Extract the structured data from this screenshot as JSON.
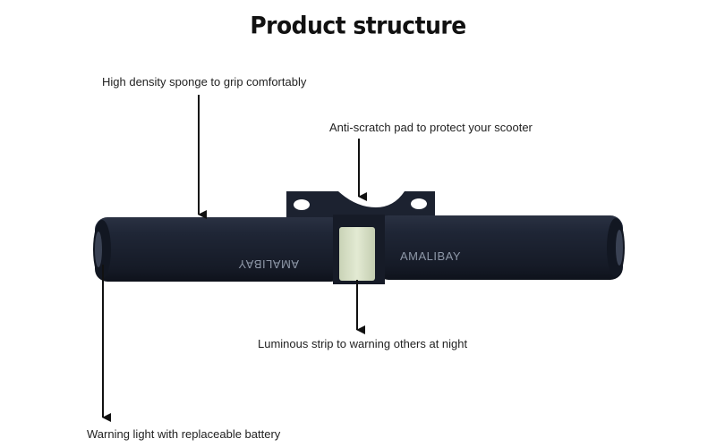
{
  "title": "Product structure",
  "labels": {
    "sponge": "High density sponge to grip comfortably",
    "pad": "Anti-scratch pad to protect your scooter",
    "strip": "Luminous strip to warning others at night",
    "light": "Warning light with replaceable battery"
  },
  "product": {
    "brand_left": "AMALIBAY",
    "brand_right": "AMALIBAY"
  },
  "colors": {
    "grip": "#1c2230",
    "grip_shadow": "#111621",
    "luminous_strip": "#d9e2c8",
    "arrow": "#111111"
  }
}
